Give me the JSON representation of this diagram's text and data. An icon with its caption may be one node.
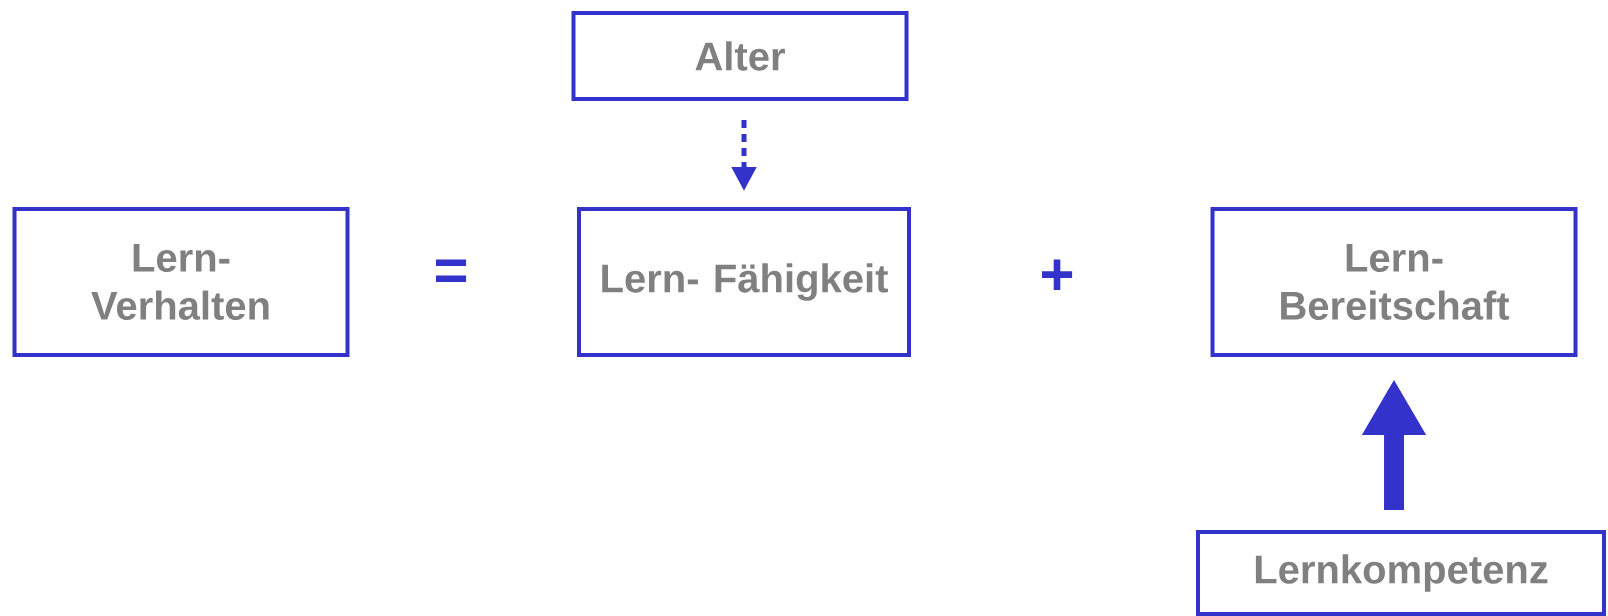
{
  "diagram": {
    "nodes": [
      {
        "text": [
          "Alter"
        ]
      },
      {
        "text": [
          "Lern- Verhalten"
        ]
      },
      {
        "text": [
          "Lern- Fähigkeit"
        ]
      },
      {
        "text": [
          "Lern- Bereitschaft"
        ]
      },
      {
        "text": [
          "Lernkompetenz"
        ]
      }
    ],
    "edges": [
      {
        "from": 0,
        "to": 2,
        "arrow": "to",
        "style": "dashed"
      },
      {
        "from": 4,
        "to": 3,
        "arrow": "to",
        "style": "thick"
      }
    ],
    "labels": [
      "=",
      "+"
    ]
  }
}
